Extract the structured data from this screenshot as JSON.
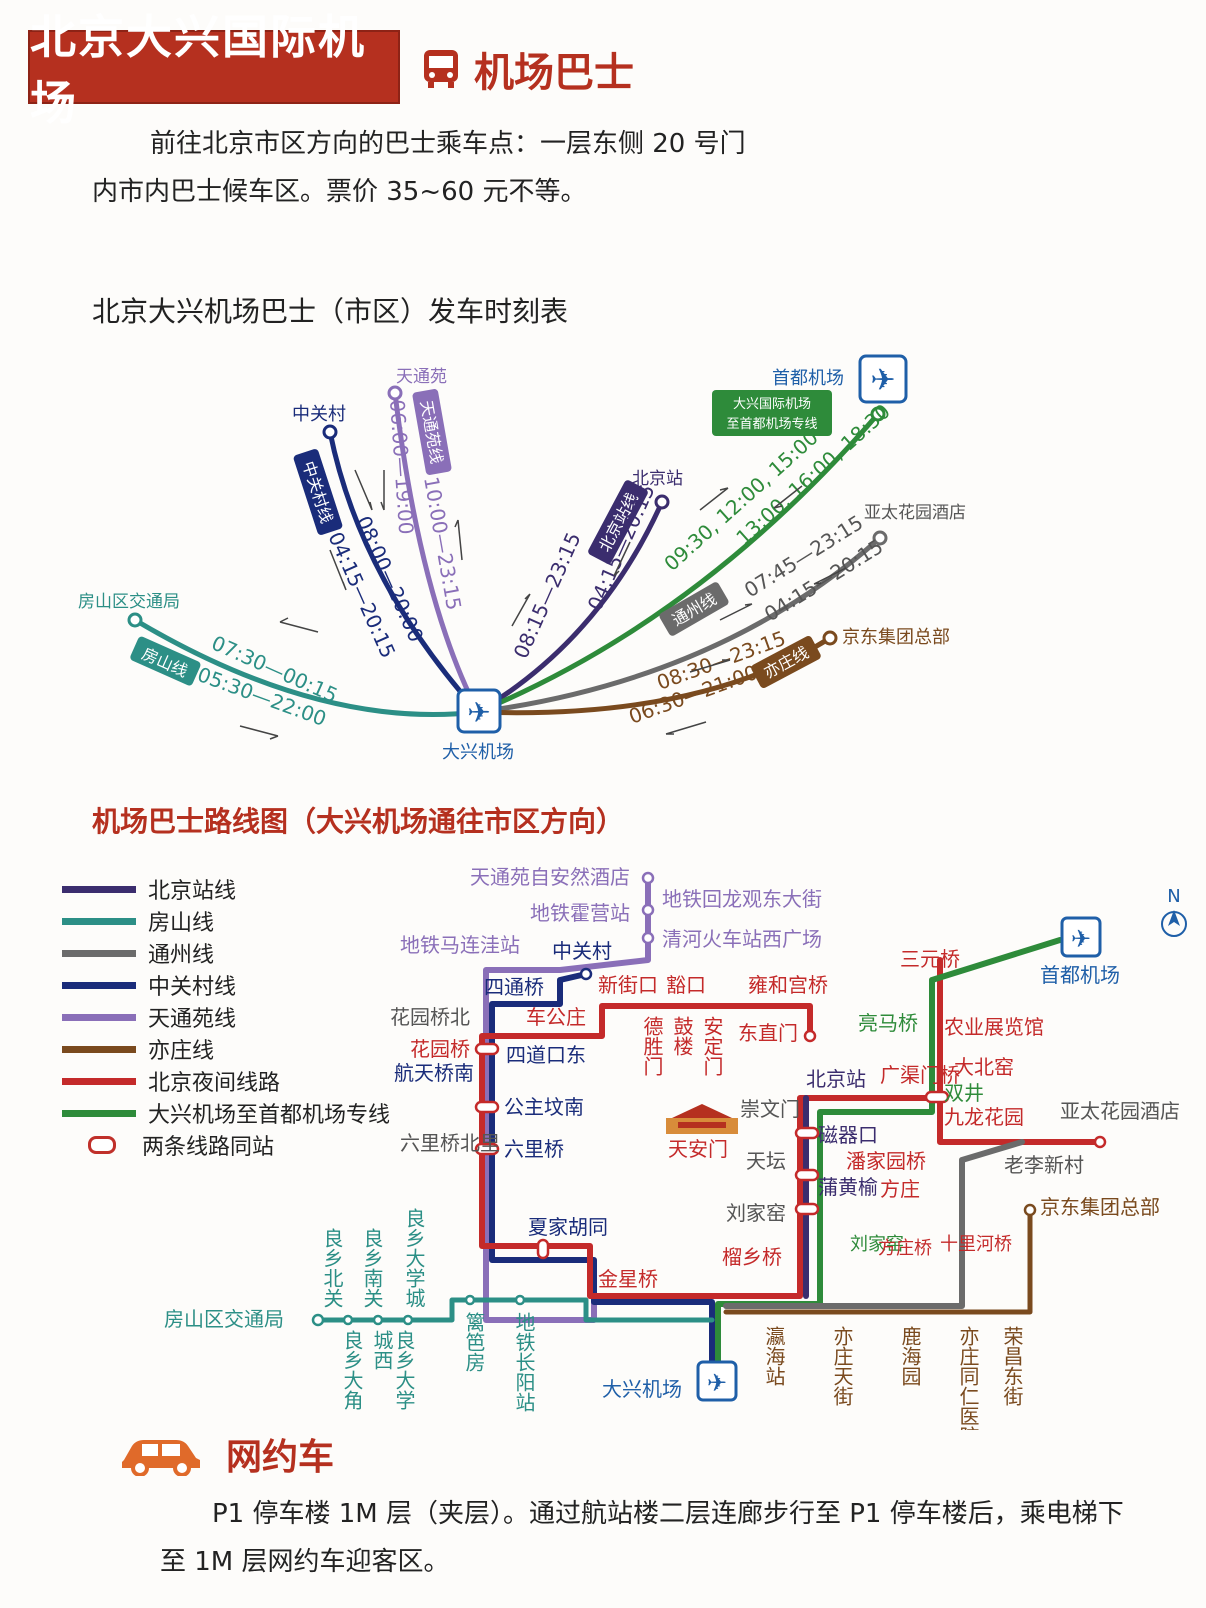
{
  "header": {
    "title": "北京大兴国际机场",
    "section1": "机场巴士",
    "intro_line1": "前往北京市区方向的巴士乘车点：一层东侧 20 号门",
    "intro_line2": "内市内巴士候车区。票价 35~60 元不等。",
    "schedule_title": "北京大兴机场巴士（市区）发车时刻表",
    "route_title": "机场巴士路线图（大兴机场通往市区方向）"
  },
  "colors": {
    "accent": "#b5301f",
    "beijingzhan": "#3b2d6e",
    "fangshan": "#2c8f86",
    "tongzhou": "#6b6b6b",
    "zhongguancun": "#1a2c7a",
    "tiantongyuan": "#8a6fb8",
    "yizhuang": "#7a4a1e",
    "night": "#c42a2a",
    "shoudu": "#2e8b3a",
    "station_blue": "#1f5fa8"
  },
  "schedule": {
    "hub": "大兴机场",
    "routes": [
      {
        "line": "房山线",
        "dest": "房山区交通局",
        "out": "07:30—00:15",
        "in": "05:30—22:00"
      },
      {
        "line": "中关村线",
        "dest": "中关村",
        "out": "08:00—20:00",
        "in": "04:15—20:15"
      },
      {
        "line": "天通苑线",
        "dest": "天通苑",
        "out": "06:00—19:00",
        "in": "10:00—23:15"
      },
      {
        "line": "北京站线",
        "dest": "北京站",
        "out": "08:15—23:15",
        "in": "04:15—20:15"
      },
      {
        "line": "大兴国际机场至首都机场专线",
        "dest": "首都机场",
        "out": "09:30, 12:00, 15:00",
        "in": "13:00, 16:00, 18:30"
      },
      {
        "line": "通州线",
        "dest": "亚太花园酒店",
        "out": "07:45—23:15",
        "in": "04:15—20:15"
      },
      {
        "line": "亦庄线",
        "dest": "京东集团总部",
        "out": "08:30—23:15",
        "in": "06:30—21:00"
      }
    ]
  },
  "legend": [
    {
      "label": "北京站线",
      "color": "#3b2d6e"
    },
    {
      "label": "房山线",
      "color": "#2c8f86"
    },
    {
      "label": "通州线",
      "color": "#6b6b6b"
    },
    {
      "label": "中关村线",
      "color": "#1a2c7a"
    },
    {
      "label": "天通苑线",
      "color": "#8a6fb8"
    },
    {
      "label": "亦庄线",
      "color": "#7a4a1e"
    },
    {
      "label": "北京夜间线路",
      "color": "#c42a2a"
    },
    {
      "label": "大兴机场至首都机场专线",
      "color": "#2e8b3a"
    },
    {
      "label": "两条线路同站",
      "color": "pill"
    }
  ],
  "map": {
    "north": "N",
    "stations": {
      "tty_hotel": "天通苑自安然酒店",
      "huilongguan": "地铁回龙观东大街",
      "huoying": "地铁霍营站",
      "qinghe": "清河火车站西广场",
      "malianwa": "地铁马连洼站",
      "zhongguancun": "中关村",
      "sitongqiao": "四通桥",
      "xinjiekou": "新街口",
      "yikou": "豁口",
      "yonghegong": "雍和宫桥",
      "huayuanqiaobei": "花园桥北",
      "chegongzhuang": "车公庄",
      "deshengmen": "德胜门",
      "gulou": "鼓楼",
      "andingmen": "安定门",
      "dongzhimen": "东直门",
      "huayuanqiao": "花园桥",
      "sidaokoudong": "四道口东",
      "hangtianqiaonan": "航天桥南",
      "gongzhufennan": "公主坟南",
      "liuliqiaobeili": "六里桥北里",
      "liuliqiao": "六里桥",
      "tiananmen": "天安门",
      "chongwenmen": "崇文门",
      "beijingzhan": "北京站",
      "sanyuanqiao": "三元桥",
      "shouduairport": "首都机场",
      "liangmaqiao": "亮马桥",
      "nongzhanguan": "农业展览馆",
      "guangqumenqiao": "广渠门桥",
      "dabeiyao": "大北窑",
      "shuangjing": "双井",
      "jiulonghuayuan": "九龙花园",
      "yatai": "亚太花园酒店",
      "laolixincun": "老李新村",
      "cikou": "磁器口",
      "tiantan": "天坛",
      "panjiayuan": "潘家园桥",
      "puhuangyu": "蒲黄榆",
      "fangzhuang": "方庄",
      "liujiayao": "刘家窑",
      "liujiayao2": "刘家窑",
      "fangzhuangqiao": "方庄桥",
      "shilihe": "十里河桥",
      "jingdong": "京东集团总部",
      "liuxiangqiao": "榴乡桥",
      "xiajiahutong": "夏家胡同",
      "jinxingqiao": "金星桥",
      "daxing": "大兴机场",
      "yingzhan": "瀛海站",
      "yizhuangtianjie": "亦庄天街",
      "luhaiyuan": "鹿海园",
      "tongrenyizhuang": "亦庄同仁医院",
      "rongchang": "荣昌东街",
      "fangshanjiaotong": "房山区交通局",
      "liangxiangbeiguan": "良乡北关",
      "liangxiangnanguan": "良乡南关",
      "liangxiangdaxuecheng": "良乡大学城",
      "liangxiangdajiao": "良乡大角",
      "chengxi": "城西",
      "liangxiangdaxue": "良乡大学",
      "danian": "篱笆房",
      "changyang": "地铁长阳站"
    }
  },
  "rideshare": {
    "heading": "网约车",
    "line1": "P1 停车楼 1M 层（夹层）。通过航站楼二层连廊步行至 P1 停车楼后，乘电梯下",
    "line2": "至 1M 层网约车迎客区。"
  }
}
